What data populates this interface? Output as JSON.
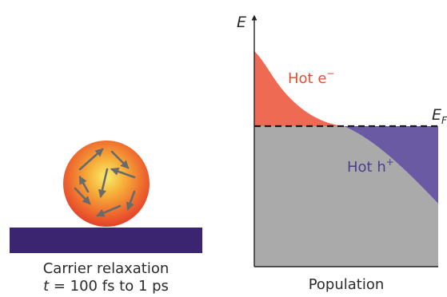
{
  "left_panel": {
    "caption_line1": "Carrier relaxation",
    "caption_t": "t",
    "caption_rest": " = 100 fs to 1 ps",
    "colors": {
      "substrate": "#3b2470",
      "sphere_center": "#f6e96a",
      "sphere_edge": "#e5432b",
      "arrows": "#6a6a6a"
    }
  },
  "right_panel": {
    "y_axis_label": "E",
    "x_axis_label": "Population",
    "fermi_label_main": "E",
    "fermi_label_sub": "F",
    "hot_electrons_label": "Hot e",
    "hot_electrons_sup": "−",
    "hot_holes_label": "Hot h",
    "hot_holes_sup": "+",
    "colors": {
      "hot_e": "#ee6a52",
      "hot_h": "#6a5aa4",
      "occupied": "#aaaaaa",
      "hot_e_text": "#e84e30",
      "hot_h_text": "#4a3f8f"
    }
  }
}
